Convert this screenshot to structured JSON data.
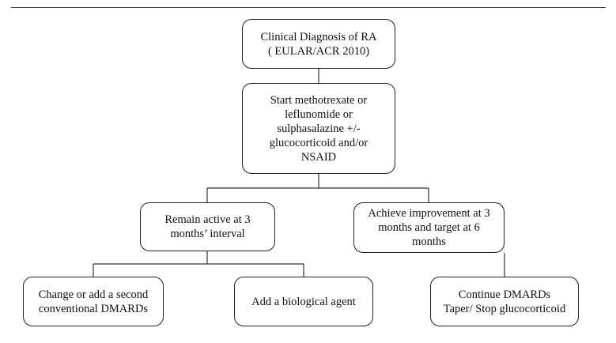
{
  "flowchart": {
    "nodes": {
      "diagnosis": "Clinical Diagnosis of RA\n( EULAR/ACR 2010)",
      "start_treatment": "Start methotrexate or\nleflunomide or\nsulphasalazine +/-\nglucocorticoid and/or\nNSAID",
      "remain_active": "Remain active at 3\nmonths’ interval",
      "achieve_improvement": "Achieve improvement at 3\nmonths and target at 6\nmonths",
      "change_dmards": "Change or add a second\nconventional DMARDs",
      "add_biological": "Add a biological agent",
      "continue_dmards": "Continue DMARDs\nTaper/ Stop glucocorticoid"
    },
    "edges": [
      [
        "diagnosis",
        "start_treatment"
      ],
      [
        "start_treatment",
        "remain_active"
      ],
      [
        "start_treatment",
        "achieve_improvement"
      ],
      [
        "remain_active",
        "change_dmards"
      ],
      [
        "remain_active",
        "add_biological"
      ],
      [
        "achieve_improvement",
        "continue_dmards"
      ]
    ]
  }
}
